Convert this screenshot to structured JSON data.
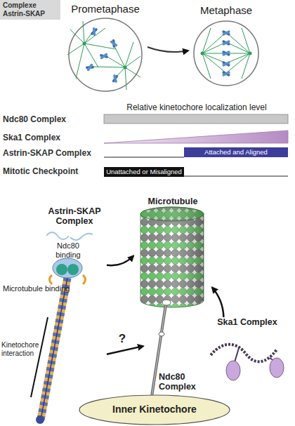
{
  "diagram": {
    "title": "Complexe Astrin-SKAP",
    "nodes": [
      {
        "text": [
          "Prometaphase"
        ]
      },
      {
        "text": [
          "Metaphase"
        ]
      },
      {
        "text": [
          "Attached and Aligned"
        ]
      },
      {
        "text": [
          "Unattached or Misaligned"
        ]
      },
      {
        "text": [
          "Astrin-SKAP Complex"
        ]
      },
      {
        "text": [
          "Microtubule"
        ]
      },
      {
        "text": [
          "Ska1 Complex"
        ]
      },
      {
        "text": [
          "Ndc80 Complex"
        ]
      },
      {
        "text": [
          "Inner Kinetochore"
        ]
      }
    ],
    "edges": [
      {
        "from": 0,
        "to": 1,
        "arrow": "to"
      },
      {
        "from": 4,
        "to": 5,
        "arrow": "to"
      },
      {
        "from": 6,
        "to": 5,
        "arrow": "to"
      },
      {
        "from": 4,
        "to": 7,
        "arrow": "to",
        "label": "?"
      }
    ],
    "labels": [
      "Relative kinetochore localization level",
      "Ndc80 Complex",
      "Ska1 Complex",
      "Astrin-SKAP Complex",
      "Mitotic Checkpoint",
      "Ndc80 binding",
      "Microtubule binding",
      "Kinetochore interaction"
    ]
  }
}
